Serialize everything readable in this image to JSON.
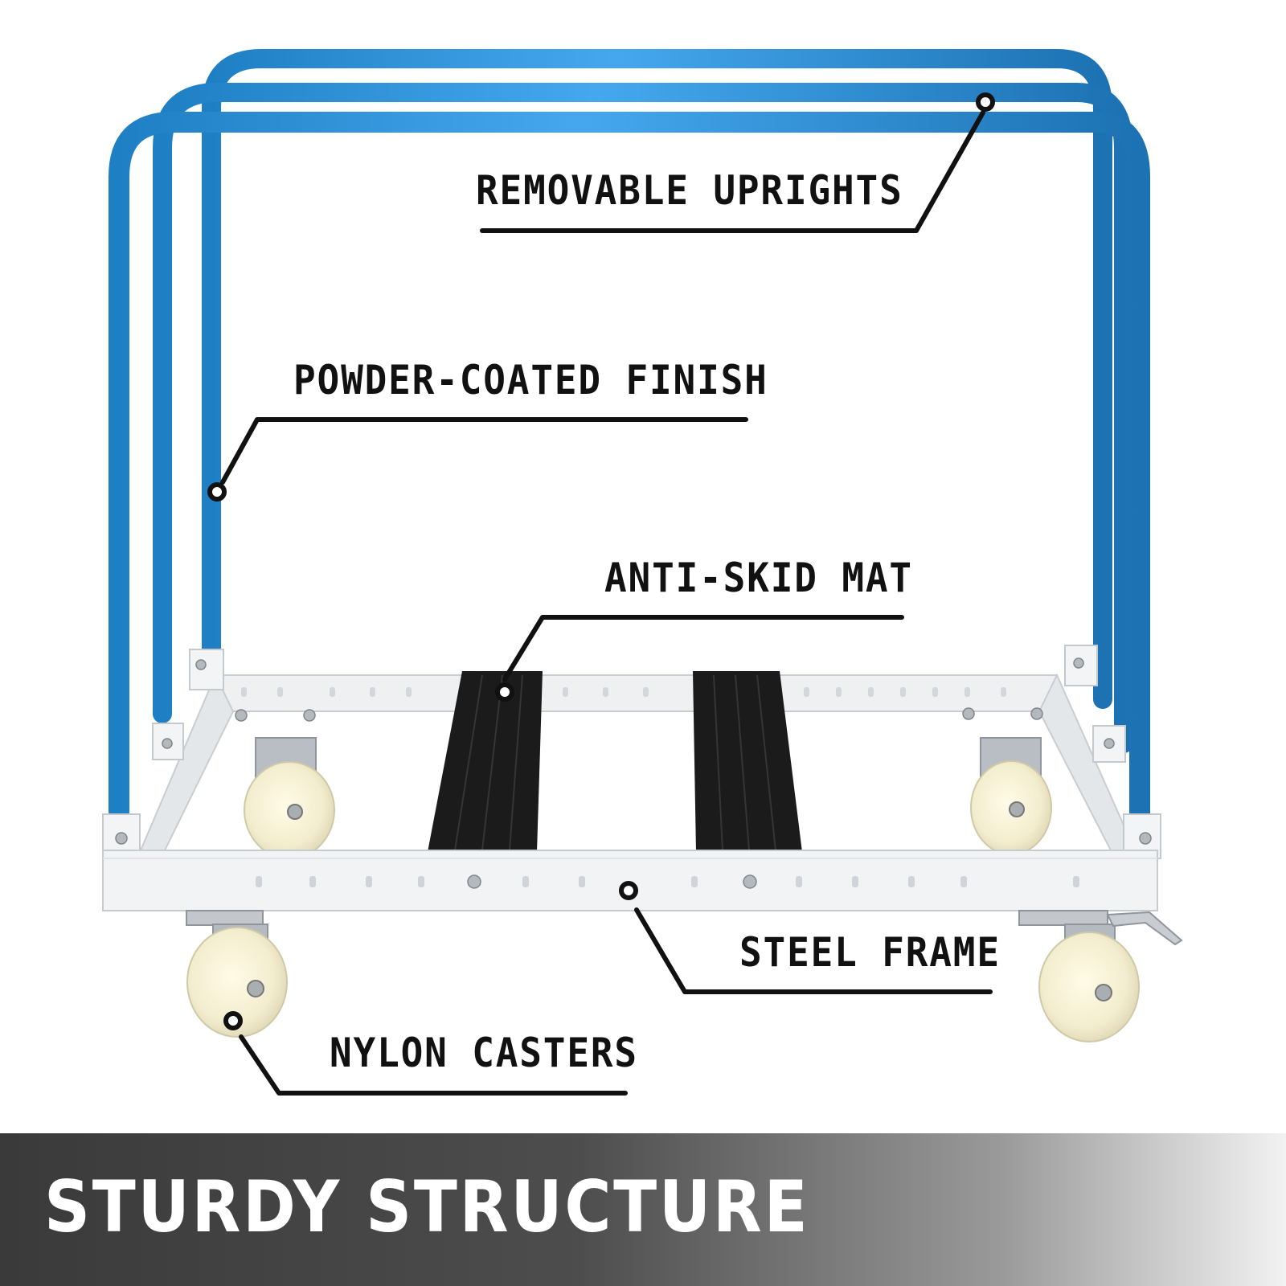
{
  "colors": {
    "upright_blue": "#2a92dd",
    "frame_white": "#f1f3f5",
    "mat_black": "#1b1b1b",
    "caster_cream": "#f6f1d5",
    "callout_ink": "#111111",
    "banner_dark": "#3a3a3a"
  },
  "callouts": {
    "uprights": "REMOVABLE UPRIGHTS",
    "finish": "POWDER-COATED FINISH",
    "mat": "ANTI-SKID MAT",
    "frame": "STEEL FRAME",
    "casters": "NYLON CASTERS"
  },
  "banner": {
    "title": "STURDY STRUCTURE"
  }
}
